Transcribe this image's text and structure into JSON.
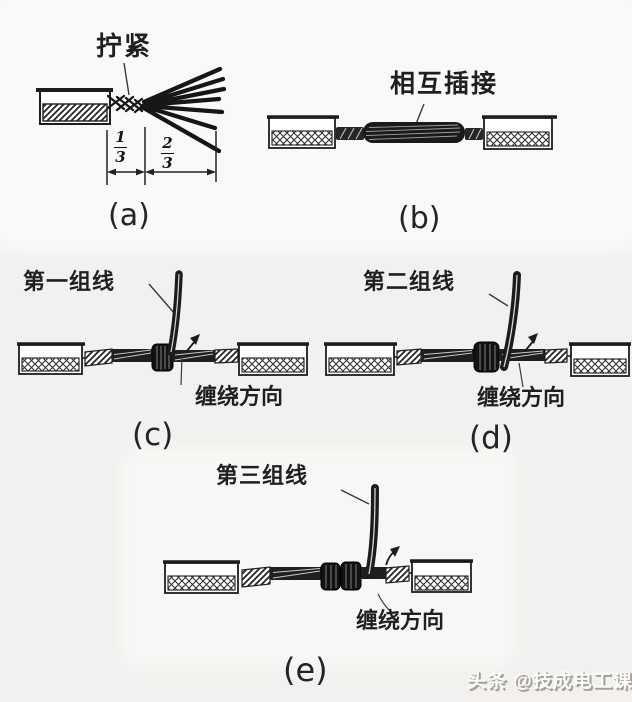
{
  "background": "#f2f1ef",
  "ink": "#1d1d1d",
  "panels": {
    "a": {
      "caption": "(a)",
      "tighten_label": "拧紧",
      "fraction_one": {
        "num": "1",
        "den": "3"
      },
      "fraction_two": {
        "num": "2",
        "den": "3"
      }
    },
    "b": {
      "caption": "(b)",
      "insert_label": "相互插接"
    },
    "c": {
      "caption": "(c)",
      "group_label": "第一组线",
      "direction_label": "缠绕方向"
    },
    "d": {
      "caption": "(d)",
      "group_label": "第二组线",
      "direction_label": "缠绕方向"
    },
    "e": {
      "caption": "(e)",
      "group_label": "第三组线",
      "direction_label": "缠绕方向"
    }
  },
  "watermark": {
    "text": "头条 @技成电工课堂"
  }
}
